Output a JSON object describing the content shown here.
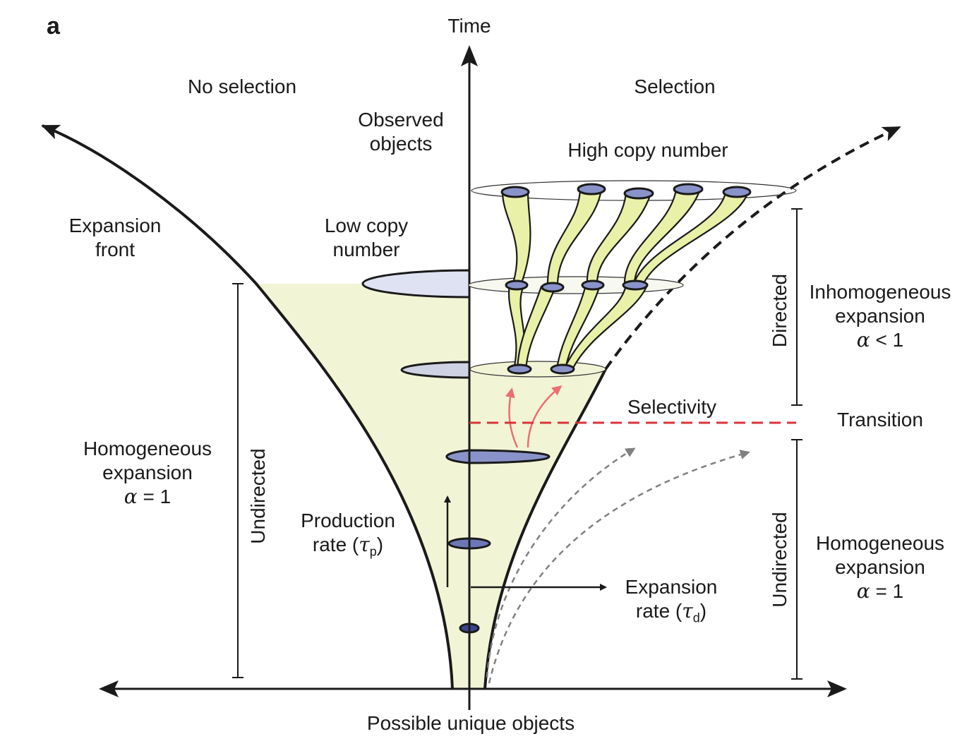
{
  "panel_label": "a",
  "axes": {
    "y_label": "Time",
    "x_label": "Possible unique objects"
  },
  "left": {
    "heading": "No selection",
    "front_label": [
      "Expansion",
      "front"
    ],
    "copy_label": [
      "Low copy",
      "number"
    ],
    "regime_label": [
      "Homogeneous",
      "expansion"
    ],
    "alpha_symbol": "α",
    "alpha_relation": "= 1",
    "bracket_label": "Undirected",
    "production_label": "Production",
    "production_rate_text": "rate (",
    "production_symbol": "τ",
    "production_sub": "p",
    "production_close": ")"
  },
  "center": {
    "observed_label": [
      "Observed",
      "objects"
    ],
    "expansion_label": "Expansion",
    "expansion_rate_text": "rate (",
    "expansion_symbol": "τ",
    "expansion_sub": "d",
    "expansion_close": ")"
  },
  "right": {
    "heading": "Selection",
    "copy_label": "High copy number",
    "selectivity_label": "Selectivity",
    "transition_label": "Transition",
    "directed_bracket": "Directed",
    "undirected_bracket": "Undirected",
    "upper_regime": [
      "Inhomogeneous",
      "expansion"
    ],
    "upper_alpha_symbol": "α",
    "upper_alpha_relation": "< 1",
    "lower_regime": [
      "Homogeneous",
      "expansion"
    ],
    "lower_alpha_symbol": "α",
    "lower_alpha_relation": "= 1"
  },
  "colors": {
    "funnel_fill": "#f2f4d6",
    "disc_fill": "#8a93c9",
    "disc_fill_light": "#c9cde8",
    "tube_fill": "#e9f0a8",
    "selectivity_red": "#d9333a",
    "arrow_red": "#ec6e72",
    "dashed_gray": "#808080",
    "ink": "#1a1a1a"
  }
}
